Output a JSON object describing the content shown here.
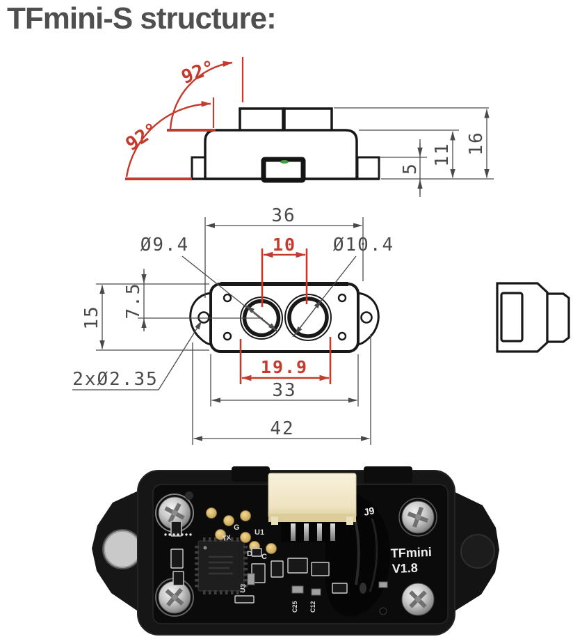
{
  "title": "TFmini-S structure:",
  "drawing": {
    "side": {
      "angle_upper": "92°",
      "angle_lower": "92°",
      "dim_tab_height": "5",
      "dim_body_height": "11",
      "dim_total_height": "16"
    },
    "front": {
      "dim_body_top_width": "36",
      "dim_lens_spacing": "10",
      "dia_lens_left": "Ø9.4",
      "dia_lens_right": "Ø10.4",
      "dim_height": "15",
      "dim_lens_center_offset": "7.5",
      "dim_lens_span": "19.9",
      "dim_body_width": "33",
      "dim_overall_width": "42",
      "mount_hole_note": "2xØ2.35"
    }
  },
  "pcb": {
    "connector_label": "J9",
    "brand": "TFmini",
    "version": "V1.8",
    "testpoints": {
      "g": "G",
      "tx": "TX",
      "u1": "U1",
      "d": "D",
      "c": "C",
      "u3": "U3",
      "c25": "C25",
      "c12": "C12"
    }
  },
  "colors": {
    "annotation_red": "#c43a2d",
    "drawing_line": "#181818",
    "dimension_gray": "#4a4a4a",
    "title_gray": "#4f4f4f",
    "connector_cream": "#f1e9cf"
  }
}
